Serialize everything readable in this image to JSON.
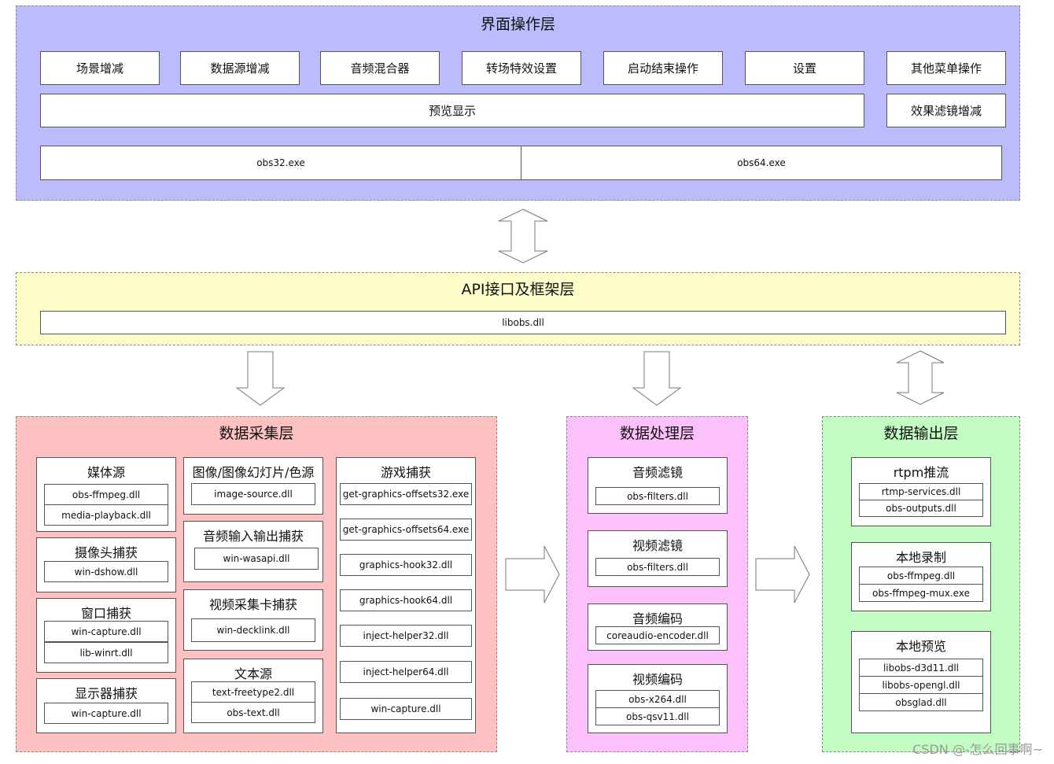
{
  "ui_layer": {
    "title": "界面操作层",
    "buttons": [
      "场景增减",
      "数据源增减",
      "音频混合器",
      "转场特效设置",
      "启动结束操作",
      "设置",
      "其他菜单操作"
    ],
    "preview": "预览显示",
    "filters": "效果滤镜增减",
    "exe32": "obs32.exe",
    "exe64": "obs64.exe"
  },
  "api_layer": {
    "title": "API接口及框架层",
    "dll": "libobs.dll"
  },
  "capture_layer": {
    "title": "数据采集层",
    "media": {
      "title": "媒体源",
      "dlls": [
        "obs-ffmpeg.dll",
        "media-playback.dll"
      ]
    },
    "camera": {
      "title": "摄像头捕获",
      "dlls": [
        "win-dshow.dll"
      ]
    },
    "window": {
      "title": "窗口捕获",
      "dlls": [
        "win-capture.dll",
        "lib-winrt.dll"
      ]
    },
    "display": {
      "title": "显示器捕获",
      "dlls": [
        "win-capture.dll"
      ]
    },
    "image": {
      "title": "图像/图像幻灯片/色源",
      "dlls": [
        "image-source.dll"
      ]
    },
    "audio_io": {
      "title": "音频输入输出捕获",
      "dlls": [
        "win-wasapi.dll"
      ]
    },
    "video_card": {
      "title": "视频采集卡捕获",
      "dlls": [
        "win-decklink.dll"
      ]
    },
    "text": {
      "title": "文本源",
      "dlls": [
        "text-freetype2.dll",
        "obs-text.dll"
      ]
    },
    "game": {
      "title": "游戏捕获",
      "dlls": [
        "get-graphics-offsets32.exe",
        "get-graphics-offsets64.exe",
        "graphics-hook32.dll",
        "graphics-hook64.dll",
        "inject-helper32.dll",
        "inject-helper64.dll",
        "win-capture.dll"
      ]
    }
  },
  "process_layer": {
    "title": "数据处理层",
    "audio_filter": {
      "title": "音频滤镜",
      "dlls": [
        "obs-filters.dll"
      ]
    },
    "video_filter": {
      "title": "视频滤镜",
      "dlls": [
        "obs-filters.dll"
      ]
    },
    "audio_encode": {
      "title": "音频编码",
      "dlls": [
        "coreaudio-encoder.dll"
      ]
    },
    "video_encode": {
      "title": "视频编码",
      "dlls": [
        "obs-x264.dll",
        "obs-qsv11.dll"
      ]
    }
  },
  "output_layer": {
    "title": "数据输出层",
    "rtmp": {
      "title": "rtpm推流",
      "dlls": [
        "rtmp-services.dll",
        "obs-outputs.dll"
      ]
    },
    "record": {
      "title": "本地录制",
      "dlls": [
        "obs-ffmpeg.dll",
        "obs-ffmpeg-mux.exe"
      ]
    },
    "preview": {
      "title": "本地预览",
      "dlls": [
        "libobs-d3d11.dll",
        "libobs-opengl.dll",
        "obsglad.dll"
      ]
    }
  },
  "colors": {
    "ui": "#bcbcfc",
    "api": "#fdfdc9",
    "capture": "#fdc1c1",
    "process": "#fcc1fc",
    "output": "#c3fcc3"
  },
  "watermark": "CSDN @-怎么回事啊~"
}
